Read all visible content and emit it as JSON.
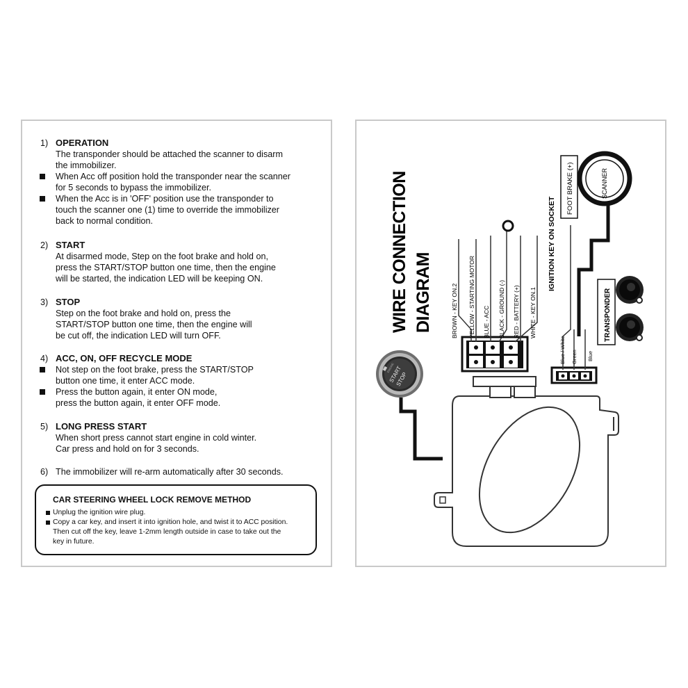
{
  "instructions": {
    "sections": [
      {
        "num": "1)",
        "heading": "OPERATION",
        "lines": [
          {
            "bullet": false,
            "text": "The transponder should be attached the scanner to disarm"
          },
          {
            "bullet": false,
            "text": "the immobilizer."
          },
          {
            "bullet": true,
            "text": "When Acc off position hold the transponder near the scanner"
          },
          {
            "bullet": false,
            "text": "for 5 seconds to bypass the immobilizer."
          },
          {
            "bullet": true,
            "text": "When the Acc is in 'OFF' position use the transponder to"
          },
          {
            "bullet": false,
            "text": "touch the scanner one (1) time to override the immobilizer"
          },
          {
            "bullet": false,
            "text": "back to normal condition."
          }
        ]
      },
      {
        "num": "2)",
        "heading": "START",
        "lines": [
          {
            "bullet": false,
            "text": "At disarmed mode, Step on the foot brake and hold on,"
          },
          {
            "bullet": false,
            "text": "press the START/STOP button one time, then the engine"
          },
          {
            "bullet": false,
            "text": "will be started, the indication LED will be keeping ON."
          }
        ]
      },
      {
        "num": "3)",
        "heading": "STOP",
        "lines": [
          {
            "bullet": false,
            "text": "Step on the foot brake and hold on, press the"
          },
          {
            "bullet": false,
            "text": "START/STOP button one time, then the engine will"
          },
          {
            "bullet": false,
            "text": "be cut off, the indication LED will turn OFF."
          }
        ]
      },
      {
        "num": "4)",
        "heading": "ACC, ON, OFF RECYCLE MODE",
        "lines": [
          {
            "bullet": true,
            "text": "Not step on the foot brake, press the START/STOP"
          },
          {
            "bullet": false,
            "text": "button one time, it enter ACC mode."
          },
          {
            "bullet": true,
            "text": "Press the button again, it enter ON mode,"
          },
          {
            "bullet": false,
            "text": "press the button again, it enter OFF mode."
          }
        ]
      },
      {
        "num": "5)",
        "heading": "LONG PRESS START",
        "lines": [
          {
            "bullet": false,
            "text": "When short press cannot start engine in cold winter."
          },
          {
            "bullet": false,
            "text": "Car press and hold on for 3 seconds."
          }
        ]
      },
      {
        "num": "6)",
        "heading": "",
        "lines": [
          {
            "bullet": false,
            "text": "The immobilizer will re-arm automatically after 30 seconds."
          }
        ]
      }
    ],
    "lock_method": {
      "title": "CAR STEERING WHEEL LOCK REMOVE METHOD",
      "lines": [
        {
          "bullet": true,
          "text": "Unplug the ignition wire plug."
        },
        {
          "bullet": true,
          "text": "Copy a car key, and insert it into ignition hole, and twist it to ACC position."
        },
        {
          "bullet": false,
          "text": "Then cut off the key, leave 1-2mm length outside in case to take out the"
        },
        {
          "bullet": false,
          "text": "key in future."
        }
      ]
    }
  },
  "diagram": {
    "title_line1": "WIRE CONNECTION",
    "title_line2": "DIAGRAM",
    "wires": [
      "BROWN  - KEY ON.2",
      "YELLOW - STARTING MOTOR",
      "BLUE   - ACC",
      "BLACK  - GROUND (-)",
      "RED    - BATTERY (+)",
      "WHITE  - KEY ON.1"
    ],
    "ignition_label": "IGNITION KEY ON SOCKET",
    "foot_brake_label": "FOOT BRAKE (+)",
    "scanner_label": "SCANNER",
    "transponder_label": "TRANSPONDER",
    "socket_wires": [
      "Blue / White",
      "Green",
      "Blue"
    ],
    "button_label_1": "START",
    "button_label_2": "STOP",
    "button_small_text": "ENGINE"
  }
}
